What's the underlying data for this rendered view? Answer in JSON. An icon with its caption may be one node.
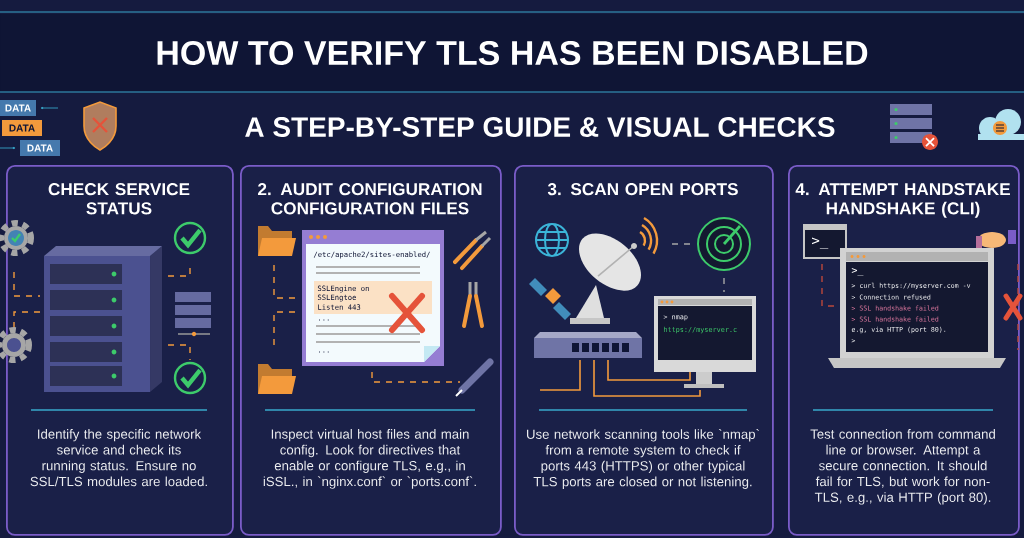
{
  "diagram": {
    "title": "HOW TO VERIFY TLS HAS BEEN DISABLED",
    "nodes": [
      {
        "text": [
          "CHECK SERVICE STATUS",
          "Identify the specific network service and check its running status. Ensure no SSL/TLS modules are loaded."
        ]
      },
      {
        "text": [
          "2. AUDIT CONFIGURATION CONFIGURATION FILES",
          "Inspect virtual host files and main config. Look for directives that enable or configure TLS, e.g., in iSSL., in `nginx.conf` or `ports.conf`."
        ]
      },
      {
        "text": [
          "3. SCAN OPEN PORTS",
          "Use network scanning tools like `nmap` from a remote system to check if ports 443 (HTTPS) or other typical TLS ports are closed or not listening."
        ]
      },
      {
        "text": [
          "4. ATTEMPT HANDSTAKE HANDSHAKE (CLI)",
          "Test connection from command line or browser. Attempt a secure connection. It should fail for TLS, but work for non-TLS, e.g., via HTTP (port 80)."
        ]
      }
    ],
    "labels": [
      "A STEP-BY-STEP GUIDE & VISUAL CHECKS",
      "DATA",
      "DATA",
      "DATA",
      "/etc/apache2/sites-enabled/",
      "SSLEngine on",
      "SSLEngtoe",
      "Listen 443",
      "...",
      "...",
      "> nmap",
      "https://myserver.c",
      ">_",
      ">_",
      "> curl https://myserver.com -v",
      "> Connection refused",
      "> SSL handshake failed",
      "> SSL handshake failed",
      "e.g, via HTTP (port 80).",
      ">"
    ]
  }
}
